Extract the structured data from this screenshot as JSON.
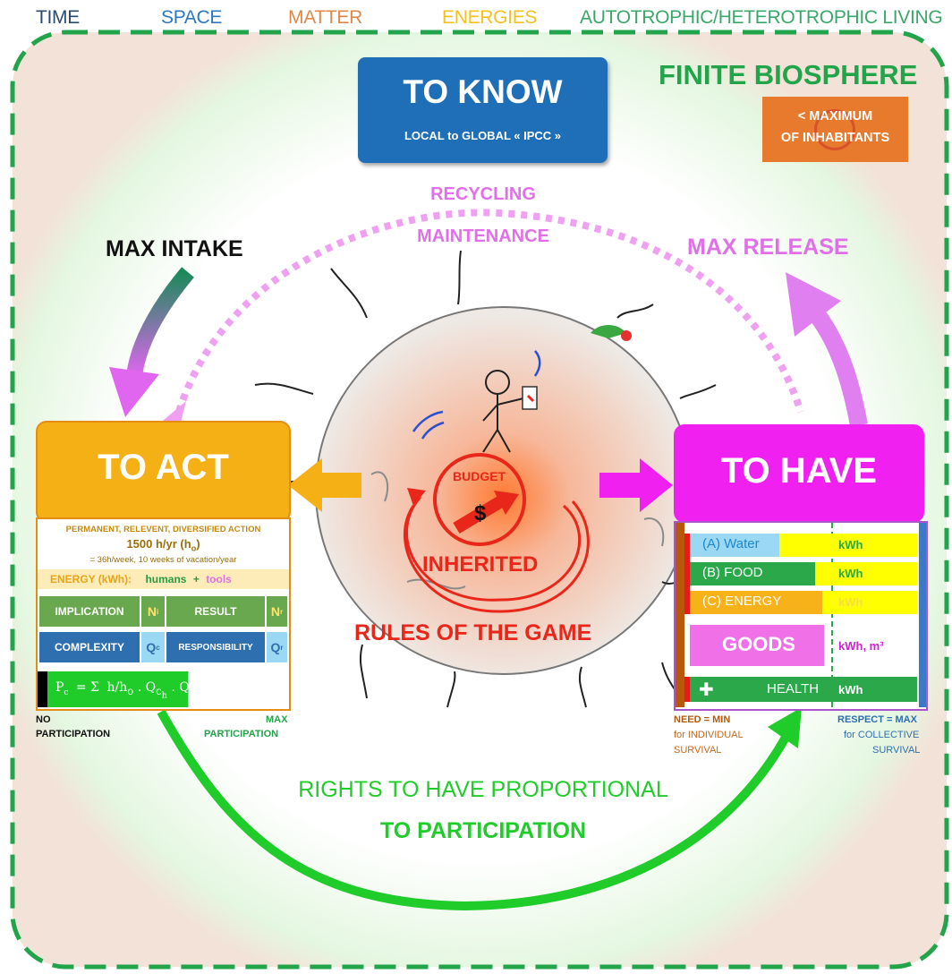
{
  "header": {
    "time": "TIME",
    "space": "SPACE",
    "matter": "MATTER",
    "energies": "ENERGIES",
    "living": "AUTOTROPHIC/HETEROTROPHIC LIVING"
  },
  "biosphere_title": "FINITE BIOSPHERE",
  "to_know": {
    "title": "TO KNOW",
    "subtitle": "LOCAL to GLOBAL « IPCC »"
  },
  "max_inhabitants": {
    "line1": "< MAXIMUM",
    "line2": "OF INHABITANTS"
  },
  "recycling": {
    "line1": "RECYCLING",
    "line2": "MAINTENANCE"
  },
  "max_intake": "MAX INTAKE",
  "max_release": "MAX RELEASE",
  "to_act": {
    "title": "TO ACT",
    "action": "PERMANENT, RELEVENT, DIVERSIFIED ACTION",
    "hours": "1500 h/yr (h",
    "hours_sub": "o",
    "hours_end": ")",
    "hours_note": "= 36h/week, 10 weeks of vacation/year",
    "energy_label": "ENERGY (kWh):",
    "humans": "humans",
    "plus": "+",
    "tools": "tools",
    "implication": "IMPLICATION",
    "n_i": "N",
    "n_i_sub": "i",
    "result": "RESULT",
    "n_r": "N",
    "n_r_sub": "r",
    "complexity": "COMPLEXITY",
    "q_c": "Q",
    "q_c_sub": "c",
    "responsibility": "RESPONSIBILITY",
    "q_r": "Q",
    "q_r_sub": "r",
    "formula": "P",
    "formula_sub": "c",
    "no_participation_1": "NO",
    "no_participation_2": "PARTICIPATION",
    "max_participation_1": "MAX",
    "max_participation_2": "PARTICIPATION"
  },
  "center": {
    "budget": "BUDGET",
    "dollar": "$",
    "inherited": "INHERITED",
    "rules": "RULES OF THE GAME"
  },
  "to_have": {
    "title": "TO HAVE",
    "rows": [
      {
        "label": "(A) Water",
        "unit": "kWh",
        "color": "#9ad8f4",
        "text_color": "#1e88c8"
      },
      {
        "label": "(B) FOOD",
        "unit": "kWh",
        "color": "#2aa84a",
        "text_color": "#ffffff"
      },
      {
        "label": "(C) ENERGY",
        "unit": "kWh",
        "color": "#f7b21a",
        "text_color": "#ffffff"
      }
    ],
    "goods": "GOODS",
    "goods_unit": "kWh, m³",
    "health": "HEALTH",
    "health_unit": "kWh",
    "need_1": "NEED = MIN",
    "need_2": "for INDIVIDUAL",
    "need_3": "SURVIVAL",
    "respect_1": "RESPECT = MAX",
    "respect_2": "for COLLECTIVE",
    "respect_3": "SURVIVAL"
  },
  "rights": {
    "line1": "RIGHTS TO HAVE PROPORTIONAL",
    "line2": "TO PARTICIPATION"
  },
  "colors": {
    "time": "#2b4a6f",
    "space": "#2e78c0",
    "matter": "#e0884a",
    "energies": "#f5c020",
    "living": "#3aa86a",
    "green": "#1fcc2a",
    "magenta": "#e070e8",
    "red": "#e8261a",
    "act": "#f5b015",
    "have": "#f020f0"
  }
}
